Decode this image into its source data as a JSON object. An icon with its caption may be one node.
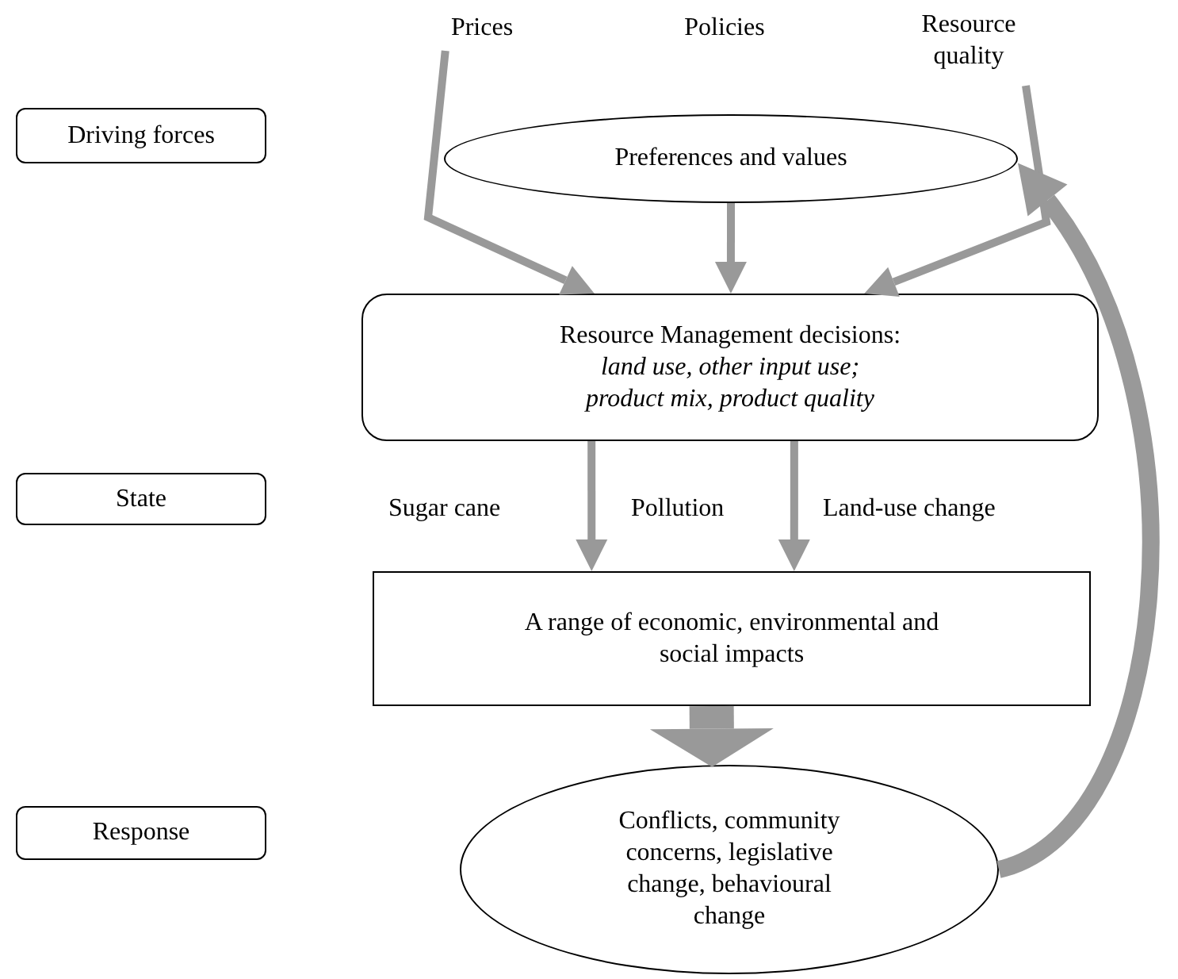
{
  "diagram": {
    "nodes": [
      {
        "text": [
          "Driving forces"
        ]
      },
      {
        "text": [
          "State"
        ]
      },
      {
        "text": [
          "Response"
        ]
      },
      {
        "text": [
          "Prices"
        ]
      },
      {
        "text": [
          "Policies"
        ]
      },
      {
        "text": [
          "Resource quality"
        ]
      },
      {
        "text": [
          "Preferences and values"
        ]
      },
      {
        "text": [
          "Resource Management decisions:",
          "land use, other input use; product mix, product quality"
        ]
      },
      {
        "text": [
          "A range of economic, environmental and social impacts"
        ]
      },
      {
        "text": [
          "Conflicts, community concerns, legislative change, behavioural change"
        ]
      }
    ],
    "edges": [
      {
        "from": 3,
        "to": 7,
        "arrow": "to"
      },
      {
        "from": 5,
        "to": 7,
        "arrow": "to"
      },
      {
        "from": 6,
        "to": 7,
        "arrow": "to"
      },
      {
        "from": 7,
        "to": 8,
        "arrow": "to"
      },
      {
        "from": 7,
        "to": 8,
        "arrow": "to"
      },
      {
        "from": 8,
        "to": 9,
        "arrow": "to",
        "style": "thick"
      },
      {
        "from": 9,
        "to": 6,
        "arrow": "to",
        "style": "thick"
      }
    ],
    "labels": [
      "Sugar cane",
      "Pollution",
      "Land-use change"
    ]
  }
}
